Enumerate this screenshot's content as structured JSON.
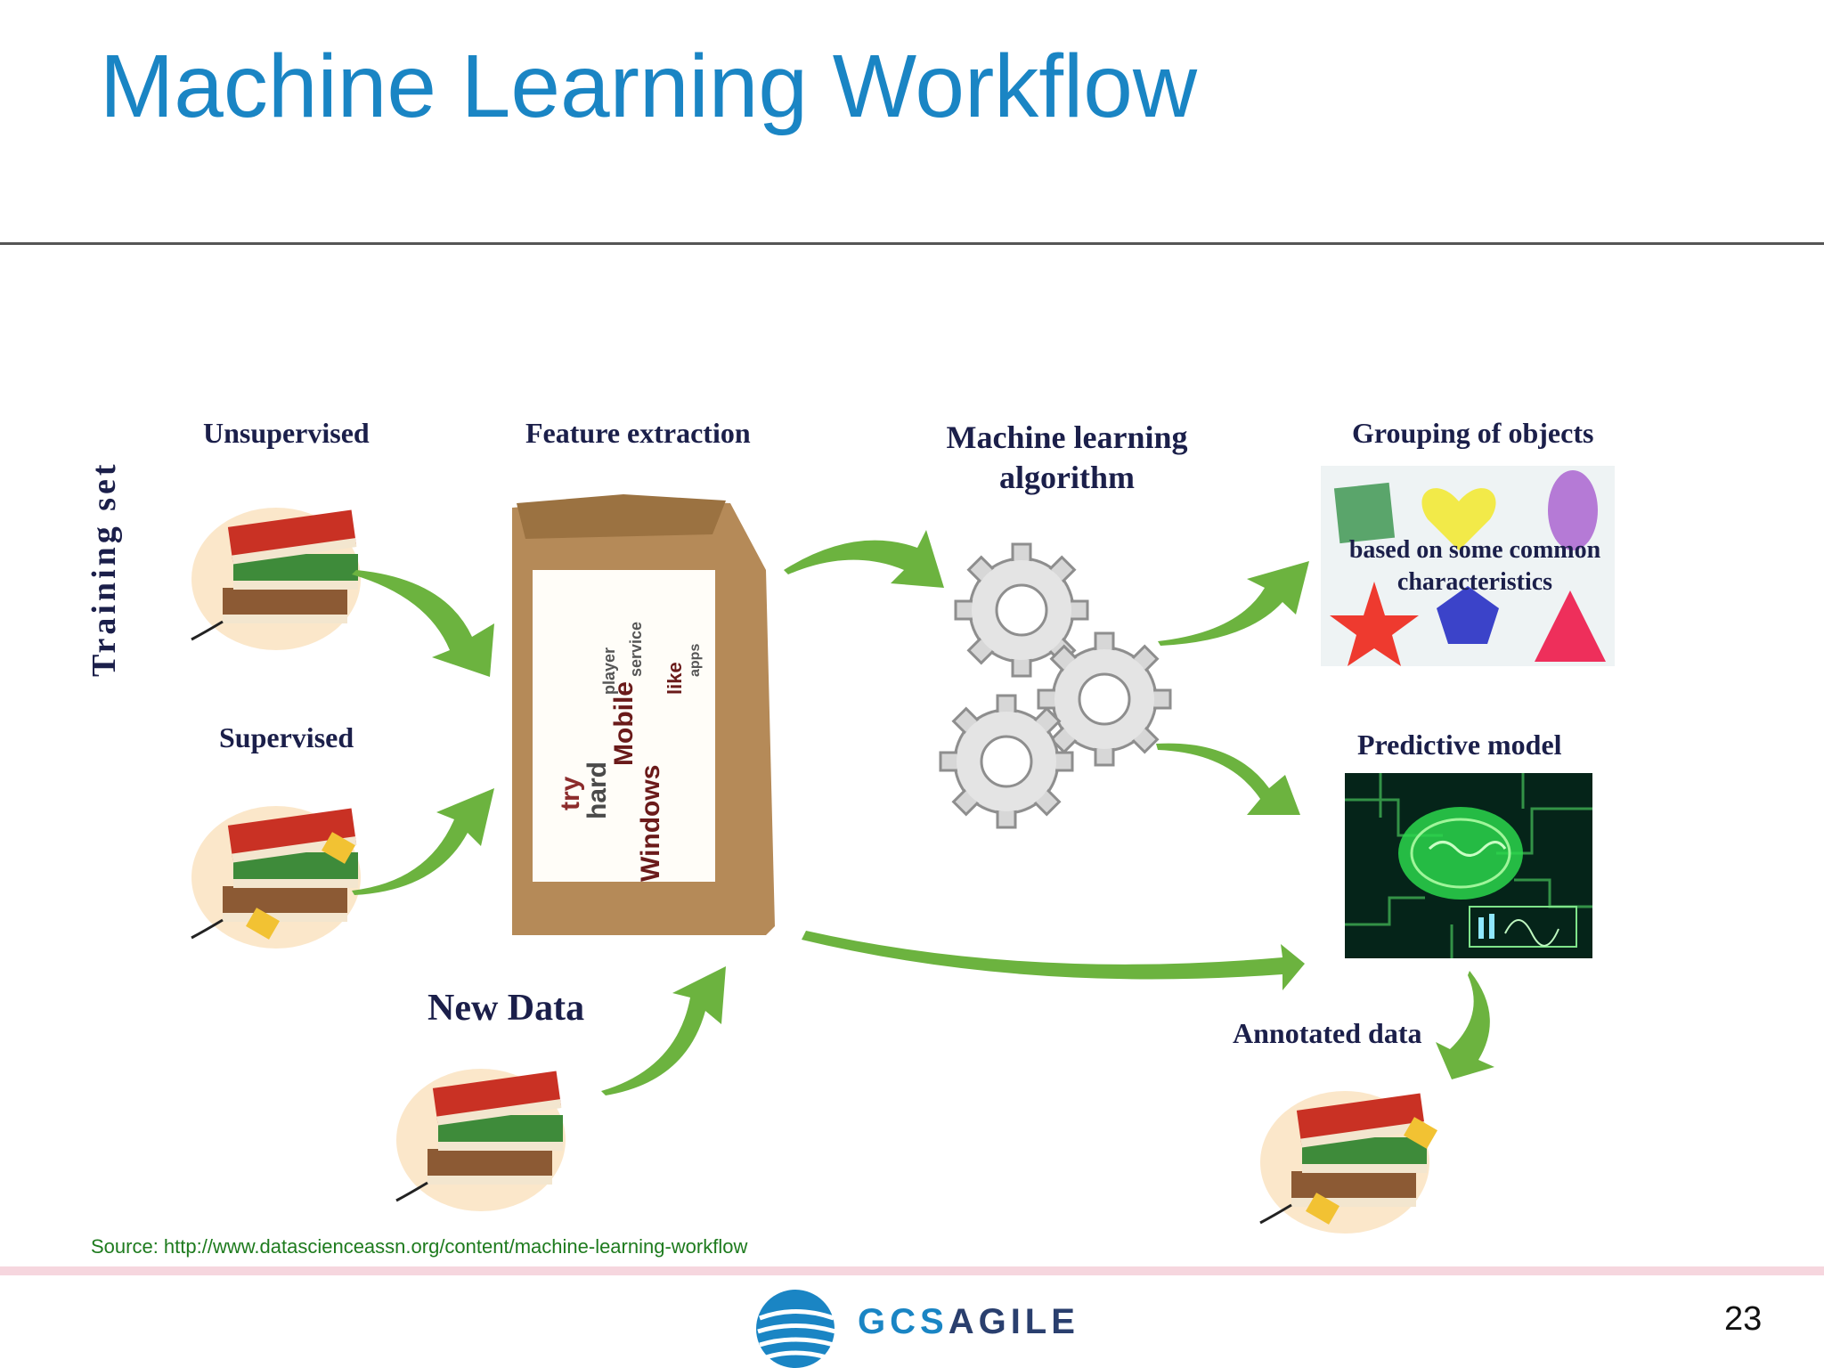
{
  "title": "Machine Learning Workflow",
  "labels": {
    "unsupervised": "Unsupervised",
    "supervised": "Supervised",
    "training_set": "Training set",
    "feature_extraction": "Feature extraction",
    "ml_algorithm_line1": "Machine learning",
    "ml_algorithm_line2": "algorithm",
    "grouping": "Grouping of objects",
    "grouping_caption_line1": "based on some common",
    "grouping_caption_line2": "characteristics",
    "predictive_model": "Predictive model",
    "new_data": "New Data",
    "annotated_data": "Annotated data"
  },
  "source": "Source: http://www.datascienceassn.org/content/machine-learning-workflow",
  "logo": {
    "prefix": "GCS",
    "suffix": "AGILE"
  },
  "page_number": "23",
  "colors": {
    "title": "#1a85c4",
    "label": "#1b1f4a",
    "arrow": "#6cb33f",
    "source": "#1e7b1e",
    "footer_rule": "#f6d6de"
  },
  "icons": {
    "books": "books-icon",
    "bag": "paper-bag-word-cloud",
    "gears": "gears-icon",
    "brain": "brain-circuit-icon"
  }
}
